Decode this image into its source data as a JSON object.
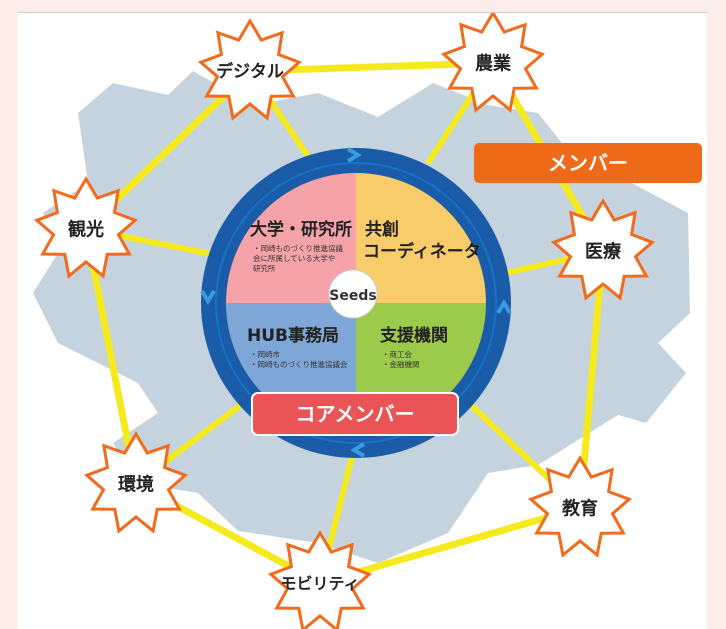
{
  "colors": {
    "background": "#fbeee9",
    "map": "#c5d3de",
    "connector": "#f5ea1e",
    "ring": "#1b5ca8",
    "ring_inner": "#1673c7",
    "chevron": "#3a9be0",
    "star_fill": "#ffffff",
    "star_stroke": "#f26a1b",
    "quad_university": "#f5a3a8",
    "quad_cocreation": "#f8cc6a",
    "quad_hub": "#7ea7d8",
    "quad_support": "#9cca4b",
    "member_box": "#ee6a18",
    "core_box": "#ea5456"
  },
  "members": [
    {
      "label": "デジタル"
    },
    {
      "label": "農業"
    },
    {
      "label": "医療"
    },
    {
      "label": "教育"
    },
    {
      "label": "モビリティ"
    },
    {
      "label": "環境"
    },
    {
      "label": "観光"
    }
  ],
  "member_box_label": "メンバー",
  "core_box_label": "コアメンバー",
  "center_label": "Seeds",
  "quadrants": {
    "university": {
      "title": "大学・研究所",
      "notes": [
        "・岡崎ものづくり推進協議",
        "会に所属している大学や",
        "研究所"
      ]
    },
    "cocreation": {
      "title_lines": [
        "共創",
        "コーディネータ"
      ]
    },
    "hub": {
      "title": "HUB事務局",
      "notes": [
        "・岡崎市",
        "・岡崎ものづくり推進協議会"
      ]
    },
    "support": {
      "title": "支援機関",
      "notes": [
        "・商工会",
        "・金融機関"
      ]
    }
  }
}
